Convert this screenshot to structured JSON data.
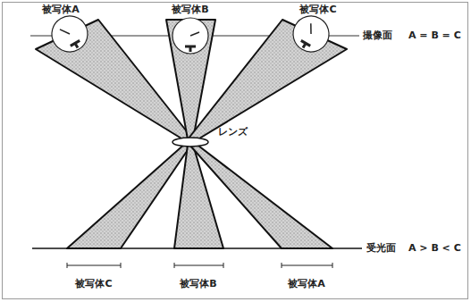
{
  "diagram": {
    "labels": [
      "被写体A",
      "被写体B",
      "被写体C",
      "撮像面",
      "A = B = C",
      "レンズ",
      "受光面",
      "A > B < C",
      "被写体C",
      "被写体B",
      "被写体A"
    ]
  }
}
